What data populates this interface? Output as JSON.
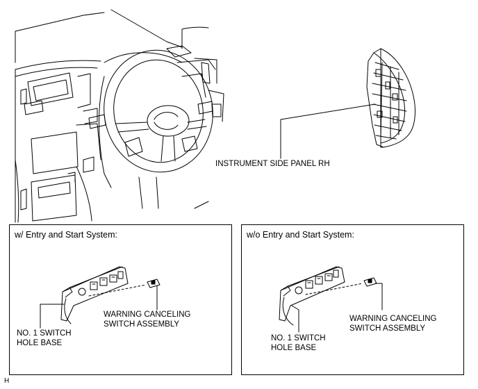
{
  "figure": {
    "panel_label": "INSTRUMENT SIDE PANEL RH",
    "footer_code": "H"
  },
  "inset_with_entry": {
    "title": "w/ Entry and Start System:",
    "switch_label_1": "WARNING CANCELING",
    "switch_label_2": "SWITCH ASSEMBLY",
    "base_label_1": "NO. 1 SWITCH",
    "base_label_2": "HOLE BASE"
  },
  "inset_without_entry": {
    "title": "w/o Entry and Start System:",
    "switch_label_1": "WARNING CANCELING",
    "switch_label_2": "SWITCH ASSEMBLY",
    "base_label_1": "NO. 1 SWITCH",
    "base_label_2": "HOLE BASE"
  }
}
